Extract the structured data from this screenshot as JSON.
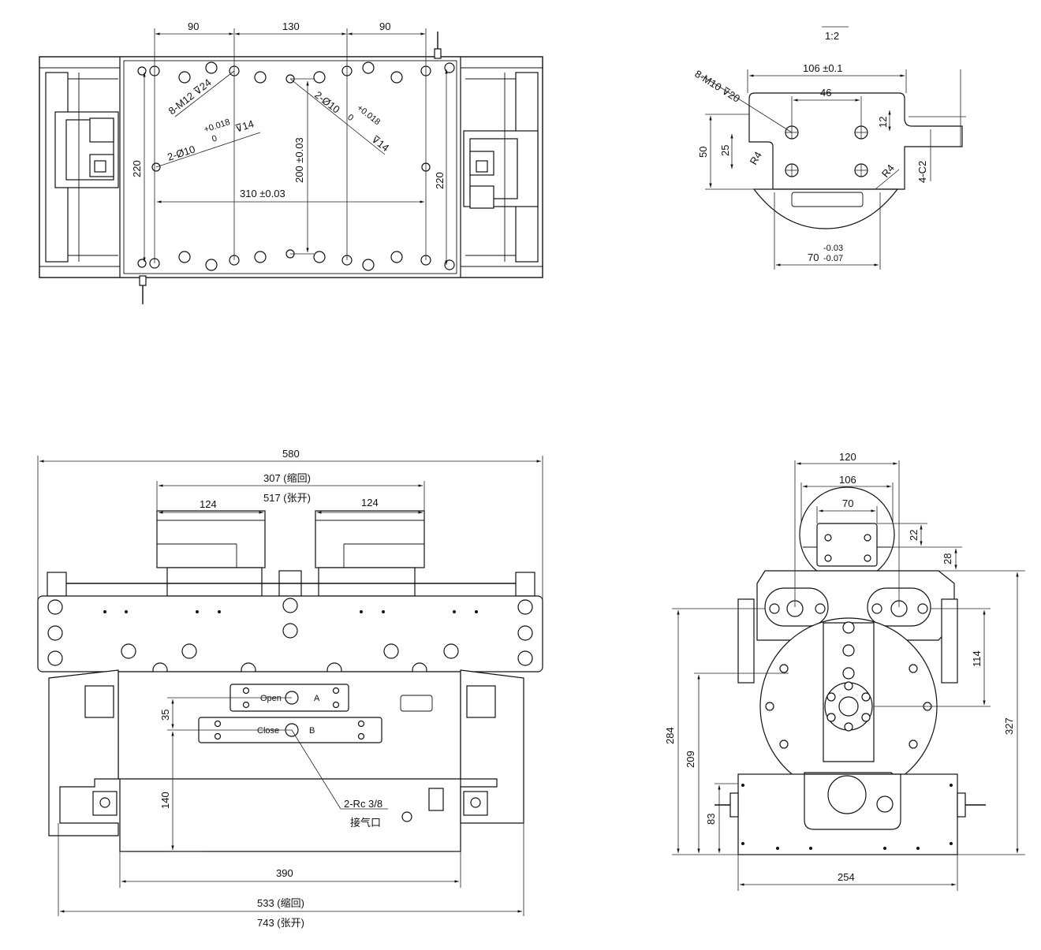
{
  "top_view": {
    "dims": {
      "d90_left": "90",
      "d130": "130",
      "d90_right": "90",
      "d220_left": "220",
      "d220_right": "220",
      "d310": "310 ±0.03",
      "d200": "200 ±0.03"
    },
    "notes": {
      "m12": "8-M12 ⊽24",
      "pin_left_main": "2-Ø10",
      "pin_left_tol_upper": "+0.018",
      "pin_left_tol_lower": "0",
      "pin_left_depth": "⊽14",
      "pin_right_main": "2-Ø10",
      "pin_right_tol_upper": "+0.018",
      "pin_right_tol_lower": "0",
      "pin_right_depth": "⊽14"
    }
  },
  "detail_view": {
    "scale": "1:2",
    "dims": {
      "d106": "106 ±0.1",
      "d46": "46",
      "d12": "12",
      "d50": "50",
      "d25": "25",
      "r4_left": "R4",
      "r4_right": "R4",
      "c2": "4-C2",
      "d70_main": "70",
      "d70_upper": "-0.03",
      "d70_lower": "-0.07"
    },
    "notes": {
      "m10": "8-M10 ⊽20"
    }
  },
  "front_view": {
    "dims": {
      "d580": "580",
      "d307": "307 (缩回)",
      "d517": "517 (张开)",
      "d124_left": "124",
      "d124_right": "124",
      "d35": "35",
      "d140": "140",
      "d390": "390",
      "d533": "533 (缩回)",
      "d743": "743 (张开)"
    },
    "labels": {
      "open": "Open",
      "close": "Close",
      "a_port": "A",
      "b_port": "B"
    },
    "notes": {
      "rc": "2-Rc 3/8",
      "air": "接气口"
    }
  },
  "side_view": {
    "dims": {
      "d120": "120",
      "d106": "106",
      "d70": "70",
      "d22": "22",
      "d28": "28",
      "d114": "114",
      "d327": "327",
      "d284": "284",
      "d209": "209",
      "d83": "83",
      "d254": "254"
    }
  }
}
